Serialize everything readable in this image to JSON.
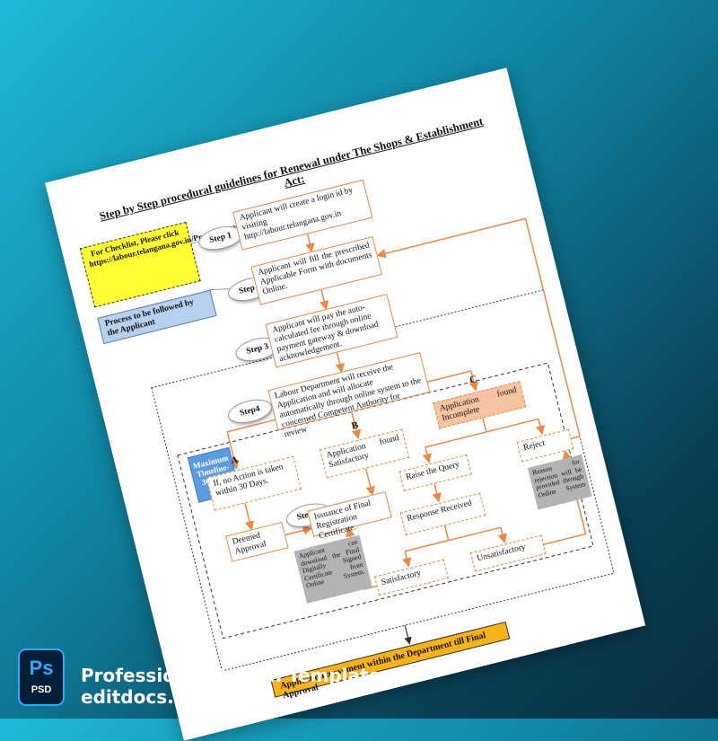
{
  "document": {
    "title": "Step by Step procedural guidelines for Renewal under The Shops & Establishment Act:",
    "checklist_box": "For Checklist, Please click https://labour.telangana.gov.in/ProcedureChecklist.do",
    "process_label": "Process to be followed by the Applicant",
    "steps": {
      "step1": "Step 1",
      "step2": "Step 2",
      "step3": "Step 3",
      "step4": "Step4",
      "step5": "Step 5"
    },
    "boxes": {
      "login": "Applicant will create a login id by visiting http://labour.telangana.gov.in",
      "fill_form": "Applicant will fill the prescribed Applicable Form with documents Online.",
      "pay_fee": "Applicant will pay the auto-calculated fee through online payment gateway & download acknowledgement.",
      "receive": "Labour Department will receive the Application and will allocate automatically through online system to the concerned Competent Authority for review",
      "max_timeline": "Maximum Timeline-30 Days",
      "no_action": "If, no Action is taken within 30 Days.",
      "satisfactory_app": "Application found Satisfactory",
      "incomplete_app": "Application found Incomplete",
      "deemed": "Deemed Approval",
      "issuance": "Issuance of Final Registration Certificate.",
      "raise_query": "Raise the Query",
      "reject": "Reject",
      "response": "Response Received",
      "satisfactory": "Satisfactory",
      "unsatisfactory": "Unsatisfactory",
      "download_note": "Applicant can download the Final Digitally Signed Certificate from Online System.",
      "reject_note": "Reason for rejection will be provided through Online System",
      "bottom_bar": "Application movement within the Department till Final Approval"
    },
    "branch_letters": {
      "a": "A",
      "b": "B",
      "c": "C"
    }
  },
  "footer": {
    "app_icon": "photoshop-icon",
    "icon_label_top": "Ps",
    "icon_label_bottom": "PSD",
    "title": "Professional Design Template",
    "subtitle": "editdocs.is"
  },
  "colors": {
    "accent_orange": "#e9894a",
    "checklist_yellow": "#ffff33",
    "timeline_blue": "#5b9be0",
    "bottom_bar_gold": "#f7b21c",
    "ps_blue": "#31a8ff"
  }
}
